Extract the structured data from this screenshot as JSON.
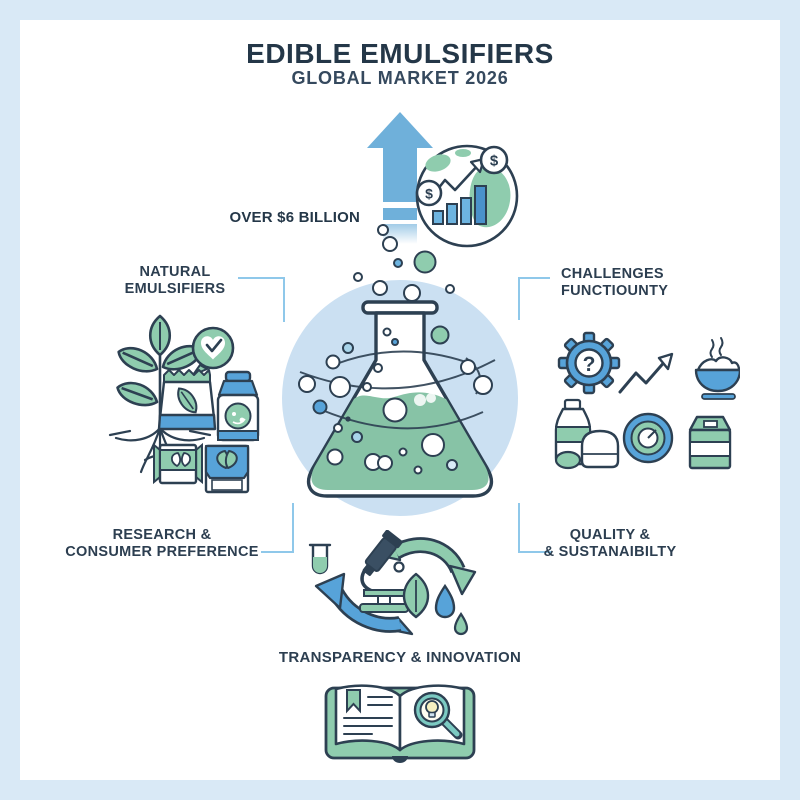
{
  "title": {
    "main": "EDIBLE EMULSIFIERS",
    "sub": "GLOBAL MARKET 2026"
  },
  "stat": {
    "label": "OVER $6 BILLION"
  },
  "labels": {
    "natural": "NATURAL\nEMULSIFIERS",
    "challenges": "CHALLENGES\nFUNCTIOUNTY",
    "research": "RESEARCH &\nCONSUMER PREFERENCE",
    "quality": "QUALITY &\n& SUSTANAIBILTY",
    "transparency": "TRANSPARENCY & INNOVATION"
  },
  "glyphs": {
    "coin": "$",
    "gear": "?"
  },
  "colors": {
    "frame": "#d9e9f6",
    "board": "#ffffff",
    "navy_outline": "#2d4052",
    "title_navy": "#243748",
    "accent_blue": "#57a3d9",
    "arrow_blue": "#6fb0da",
    "soft_green": "#8fccae",
    "liquid_green": "#87c3a6",
    "circle_bg": "#cbe0f2",
    "bracket_blue": "#8fc8ea"
  },
  "icons": {
    "top": [
      "growth-arrow",
      "global-market-chart"
    ],
    "left": [
      "plant-with-roots",
      "heart-check-bubble",
      "pouch-pack",
      "ingredient-jar",
      "leaf-pack-small",
      "leaf-pack-blue"
    ],
    "center": [
      "emulsion-flask"
    ],
    "right": [
      "gear-question",
      "trend-up-arrow",
      "hot-bowl",
      "bottle-and-bread",
      "gauge-dial",
      "milk-carton"
    ],
    "bottom": [
      "test-tube",
      "microscope",
      "cycle-arrows",
      "leaf",
      "water-drops",
      "open-book-magnifier"
    ]
  }
}
